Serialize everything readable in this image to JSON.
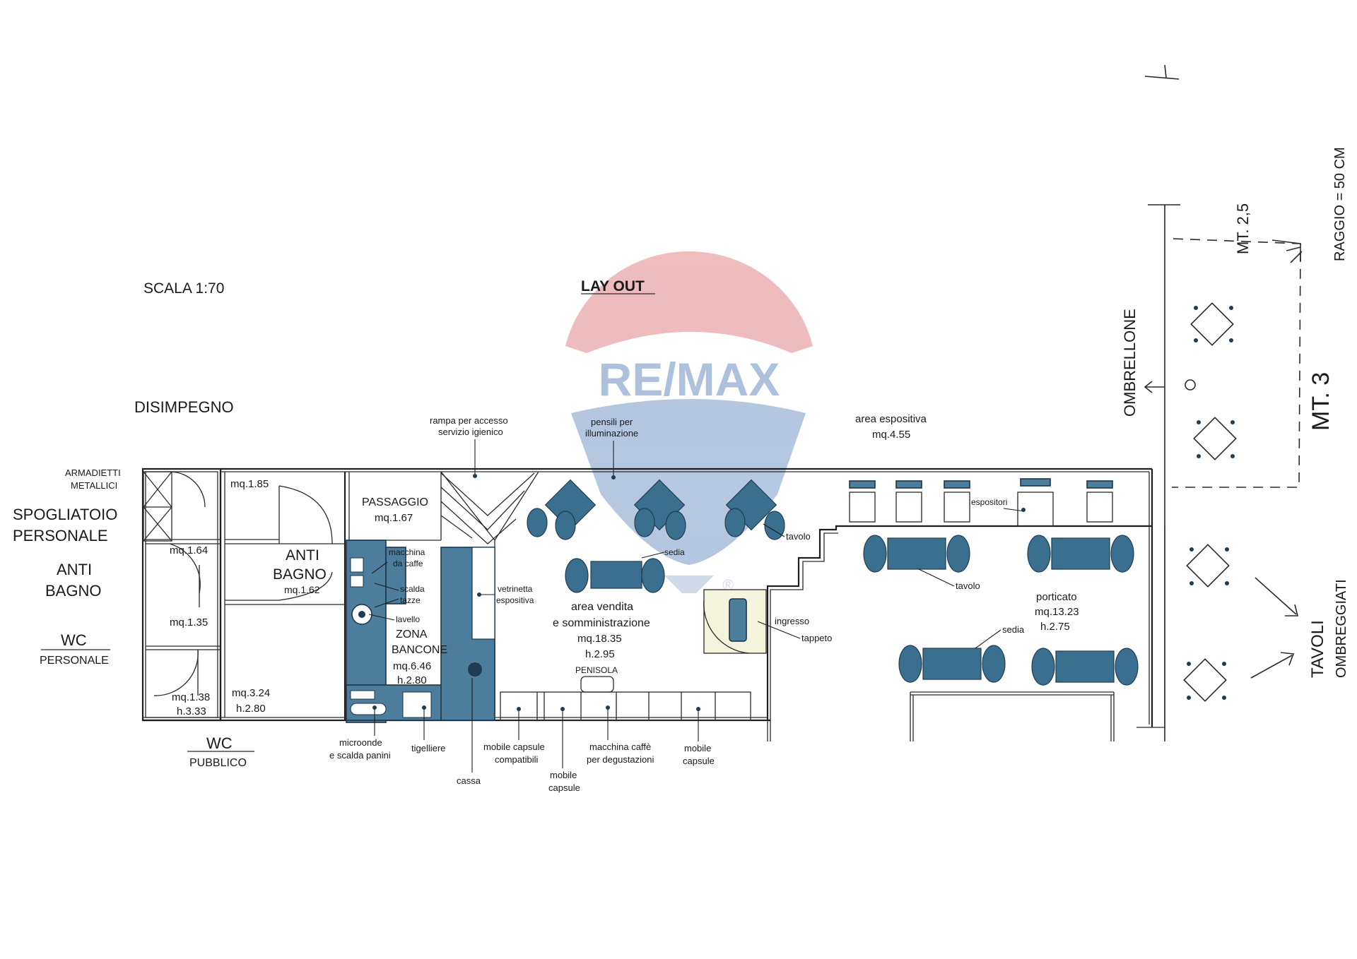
{
  "header": {
    "scale": "SCALA 1:70",
    "title": "LAY OUT"
  },
  "watermark": {
    "text": "RE/MAX",
    "symbol": "®",
    "colors": {
      "red": "#e8a4a8",
      "blue": "#9fb7d6"
    }
  },
  "rooms": {
    "disimpegno": "DISIMPEGNO",
    "armadietti_1": "ARMADIETTI",
    "armadietti_2": "METALLICI",
    "spogliatoio_1": "SPOGLIATOIO",
    "spogliatoio_2": "PERSONALE",
    "anti_bagno_left_1": "ANTI",
    "anti_bagno_left_2": "BAGNO",
    "wc_personale_1": "WC",
    "wc_personale_2": "PERSONALE",
    "wc_pubblico_1": "WC",
    "wc_pubblico_2": "PUBBLICO",
    "mq_185": "mq.1.85",
    "mq_164": "mq.1.64",
    "mq_135": "mq.1.35",
    "mq_138": "mq.1.38",
    "h_333": "h.3.33",
    "mq_324": "mq.3.24",
    "h_280_wc": "h.2.80",
    "anti_bagno_1": "ANTI",
    "anti_bagno_2": "BAGNO",
    "mq_162": "mq.1.62",
    "passaggio": "PASSAGGIO",
    "mq_167": "mq.1.67",
    "zona_1": "ZONA",
    "zona_2": "BANCONE",
    "mq_646": "mq.6.46",
    "h_280": "h.2.80",
    "area_vendita_1": "area vendita",
    "area_vendita_2": "e somministrazione",
    "mq_1835": "mq.18.35",
    "h_295": "h.2.95",
    "penisola": "PENISOLA",
    "area_espositiva_1": "area espositiva",
    "area_espositiva_2": "mq.4.55",
    "porticato_1": "porticato",
    "porticato_2": "mq.13.23",
    "porticato_3": "h.2.75"
  },
  "labels": {
    "rampa_1": "rampa per accesso",
    "rampa_2": "servizio igienico",
    "pensili_1": "pensili per",
    "pensili_2": "illuminazione",
    "macchina_caffe_1": "macchina",
    "macchina_caffe_2": "da caffe",
    "scalda_1": "scalda",
    "scalda_2": "tazze",
    "lavello": "lavello",
    "vetrinetta_1": "vetrinetta",
    "vetrinetta_2": "espositiva",
    "sedia_top": "sedia",
    "tavolo_top": "tavolo",
    "espositori": "espositori",
    "ingresso": "ingresso",
    "tappeto": "tappeto",
    "tavolo_mid": "tavolo",
    "sedia_bottom": "sedia",
    "microonde_1": "microonde",
    "microonde_2": "e scalda panini",
    "tigelliere": "tigelliere",
    "cassa": "cassa",
    "mobile_compat_1": "mobile capsule",
    "mobile_compat_2": "compatibili",
    "mobile_capsule_1": "mobile",
    "mobile_capsule_2": "capsule",
    "macchina_degust_1": "macchina caffè",
    "macchina_degust_2": "per degustazioni",
    "mobile_capsule_right_1": "mobile",
    "mobile_capsule_right_2": "capsule"
  },
  "handwritten": {
    "ombrellone": "OMBRELLONE",
    "mt_3": "MT. 3",
    "mt_25": "MT. 2,5",
    "raggio": "RAGGIO = 50 CM",
    "tavoli": "TAVOLI",
    "ombreggiati": "OMBREGGIATI"
  }
}
